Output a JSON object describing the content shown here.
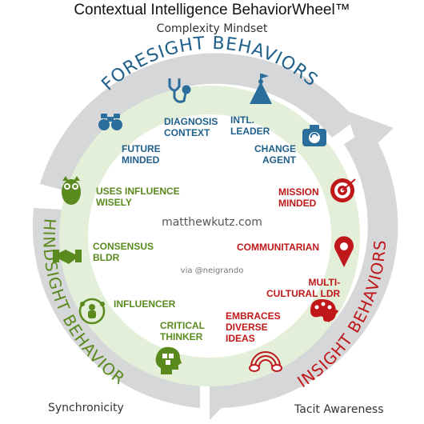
{
  "title": "Contextual Intelligence BehaviorWheel™",
  "axes": {
    "top": "Complexity Mindset",
    "bottom_left": "Synchronicity",
    "bottom_right": "Tacit Awareness"
  },
  "arcs": {
    "foresight": "FORESIGHT BEHAVIORS",
    "hindsight": "HINDSIGHT BEHAVIORS",
    "insight": "INSIGHT BEHAVIORS"
  },
  "center": {
    "site": "matthewkutz.com",
    "via": "via @neigrando"
  },
  "behaviors": {
    "foresight": [
      {
        "l1": "DIAGNOSIS",
        "l2": "CONTEXT",
        "icon": "stethoscope-icon"
      },
      {
        "l1": "INTL.",
        "l2": "LEADER",
        "icon": "mountain-summit-icon"
      },
      {
        "l1": "FUTURE",
        "l2": "MINDED",
        "icon": "binoculars-icon"
      },
      {
        "l1": "CHANGE",
        "l2": "AGENT",
        "icon": "camera-refresh-icon"
      }
    ],
    "hindsight": [
      {
        "l1": "USES INFLUENCE",
        "l2": "WISELY",
        "icon": "owl-icon"
      },
      {
        "l1": "CONSENSUS",
        "l2": "BLDR",
        "icon": "handshake-icon"
      },
      {
        "l1": "INFLUENCER",
        "icon": "people-network-icon"
      },
      {
        "l1": "CRITICAL",
        "l2": "THINKER",
        "icon": "head-puzzle-icon"
      }
    ],
    "insight": [
      {
        "l1": "MISSION",
        "l2": "MINDED",
        "icon": "target-icon"
      },
      {
        "l1": "COMMUNITARIAN",
        "icon": "map-pin-icon"
      },
      {
        "l1": "MULTI-",
        "l2": "CULTURAL LDR",
        "icon": "palette-icon"
      },
      {
        "l1": "EMBRACES",
        "l2": "DIVERSE",
        "l3": "IDEAS",
        "icon": "rainbow-icon"
      }
    ]
  },
  "colors": {
    "foresight": "#1f5f8b",
    "hindsight": "#5a8a1e",
    "insight": "#c0171a",
    "ring": "#d6d7d8",
    "inner": "#e3efd9"
  }
}
